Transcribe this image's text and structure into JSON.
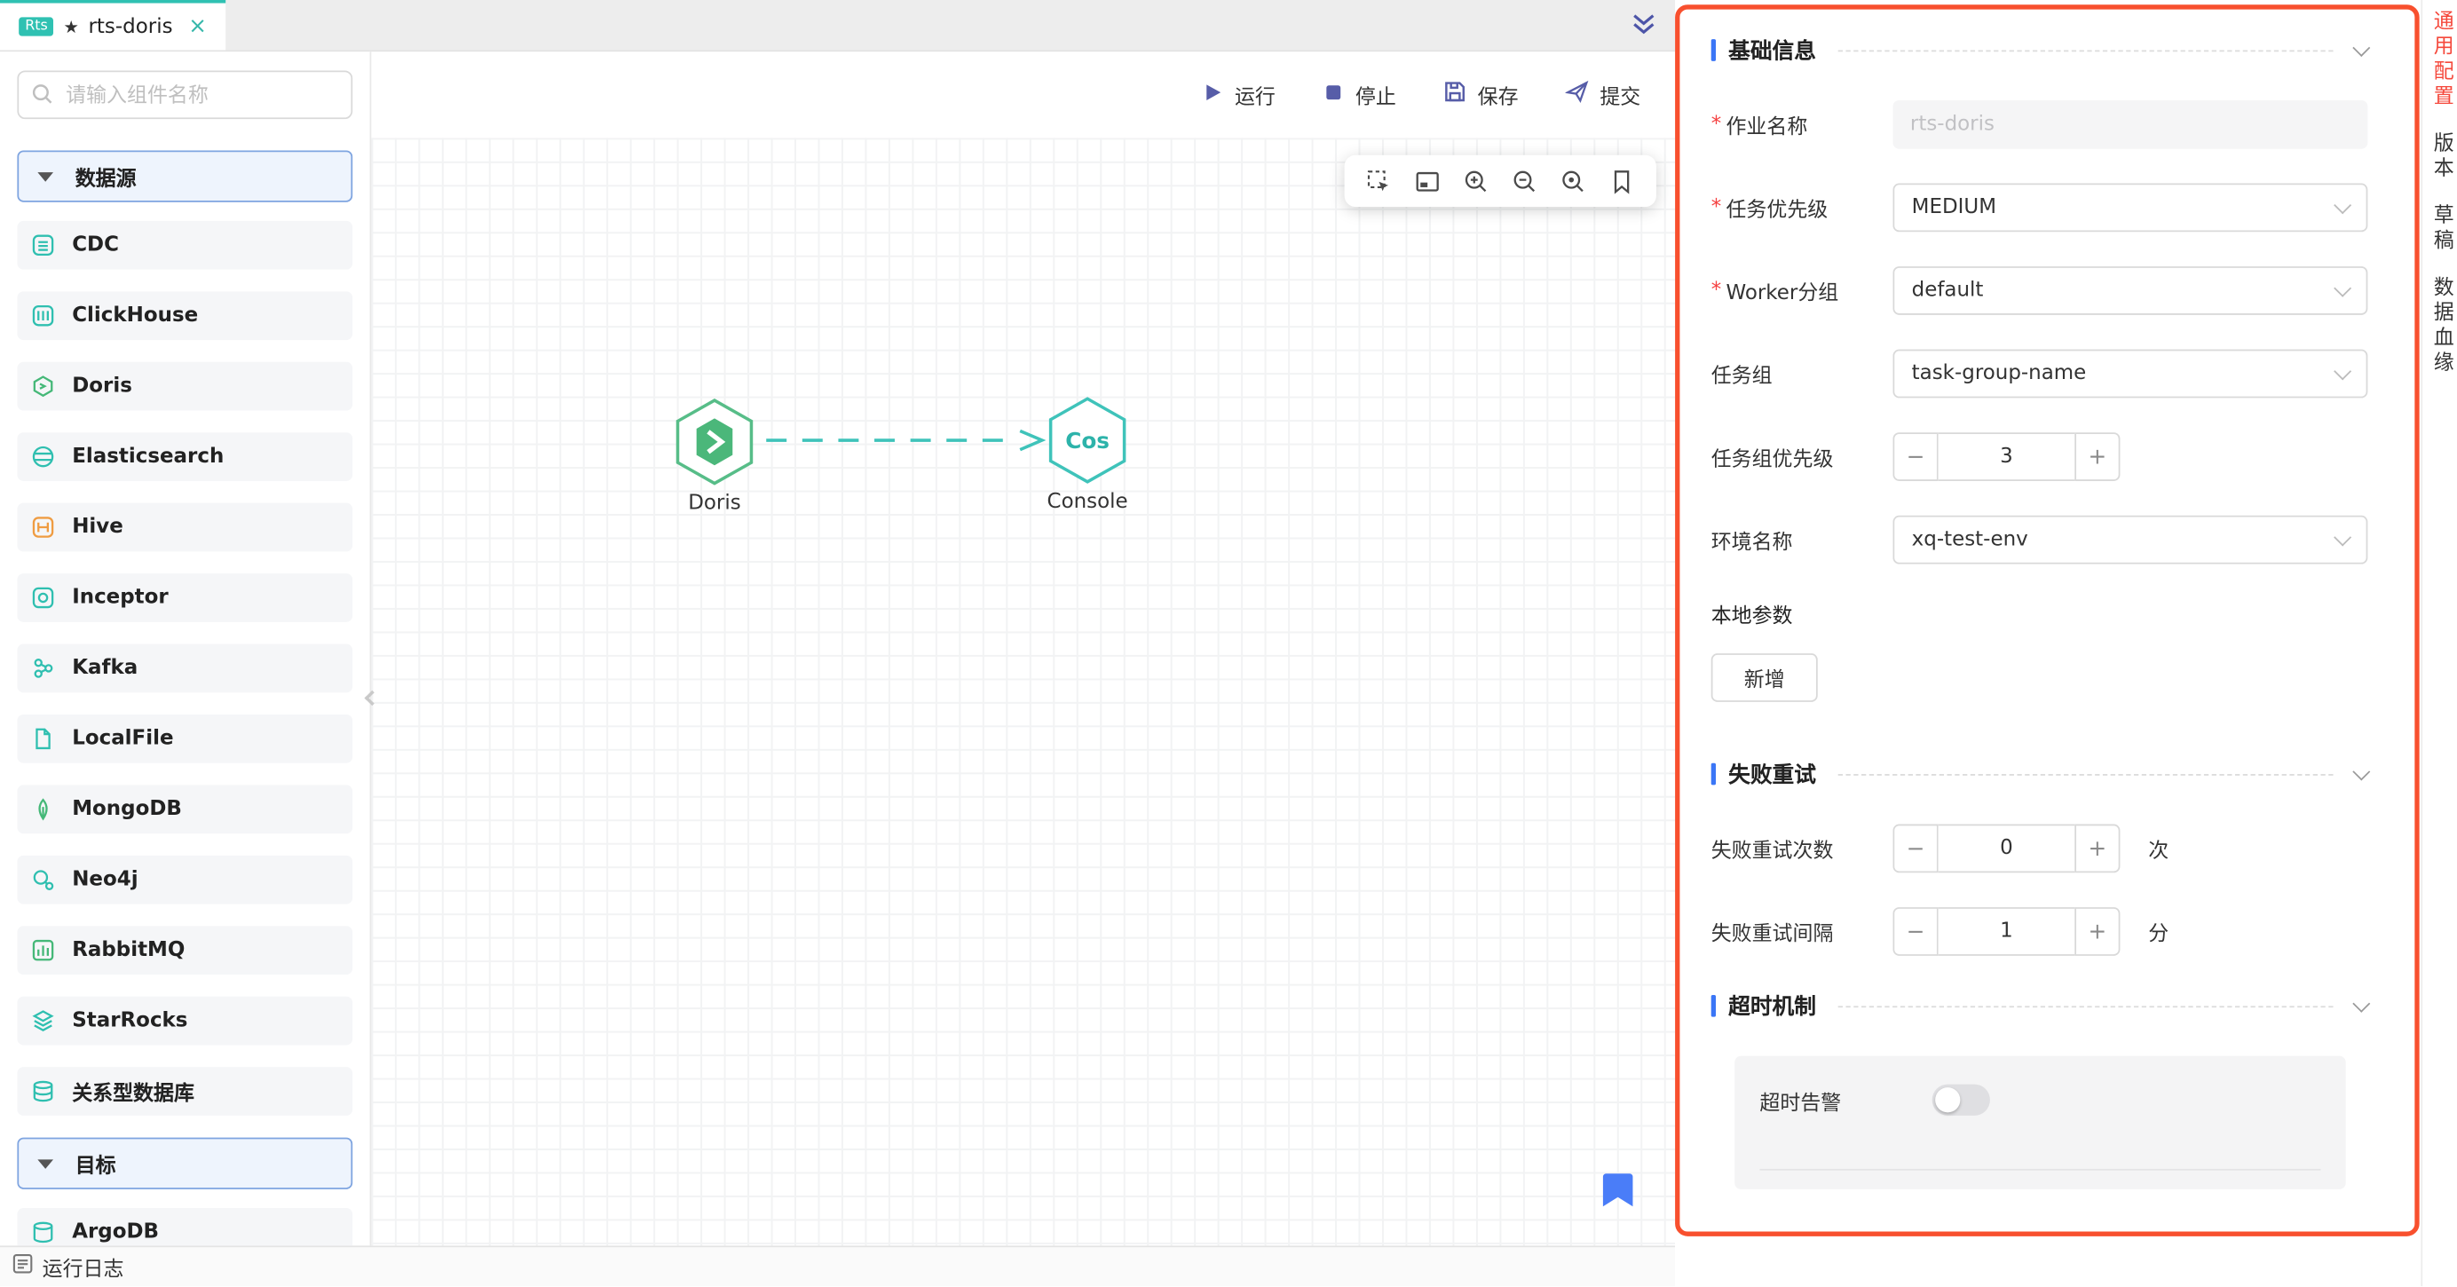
{
  "tab_bar": {
    "badge": "Rts",
    "star": "★",
    "title": "rts-doris",
    "close": "×"
  },
  "toolbar": {
    "run": "运行",
    "stop": "停止",
    "save": "保存",
    "submit": "提交"
  },
  "sidebar": {
    "search_placeholder": "请输入组件名称",
    "sections": [
      {
        "label": "数据源",
        "items": [
          {
            "label": "CDC"
          },
          {
            "label": "ClickHouse"
          },
          {
            "label": "Doris"
          },
          {
            "label": "Elasticsearch"
          },
          {
            "label": "Hive"
          },
          {
            "label": "Inceptor"
          },
          {
            "label": "Kafka"
          },
          {
            "label": "LocalFile"
          },
          {
            "label": "MongoDB"
          },
          {
            "label": "Neo4j"
          },
          {
            "label": "RabbitMQ"
          },
          {
            "label": "StarRocks"
          },
          {
            "label": "关系型数据库"
          }
        ]
      },
      {
        "label": "目标",
        "items": [
          {
            "label": "ArgoDB"
          }
        ]
      }
    ]
  },
  "canvas": {
    "nodes": [
      {
        "label": "Doris"
      },
      {
        "label": "Console",
        "badge": "Cos"
      }
    ]
  },
  "statusbar": {
    "log": "运行日志"
  },
  "panel": {
    "required_mark": "*",
    "sections": {
      "basic": {
        "title": "基础信息"
      },
      "retry": {
        "title": "失败重试"
      },
      "timeout": {
        "title": "超时机制"
      }
    },
    "fields": {
      "job_name": {
        "label": "作业名称",
        "value": "rts-doris"
      },
      "priority": {
        "label": "任务优先级",
        "value": "MEDIUM"
      },
      "worker_group": {
        "label": "Worker分组",
        "value": "default"
      },
      "task_group": {
        "label": "任务组",
        "value": "task-group-name"
      },
      "task_group_priority": {
        "label": "任务组优先级",
        "value": "3"
      },
      "env": {
        "label": "环境名称",
        "value": "xq-test-env"
      },
      "local_params": {
        "label": "本地参数",
        "add": "新增"
      },
      "retry_times": {
        "label": "失败重试次数",
        "value": "0",
        "unit": "次"
      },
      "retry_interval": {
        "label": "失败重试间隔",
        "value": "1",
        "unit": "分"
      },
      "timeout_alarm": {
        "label": "超时告警"
      }
    },
    "stepper": {
      "minus": "−",
      "plus": "+"
    }
  },
  "right_tabs": [
    {
      "label": "通用配置",
      "active": true
    },
    {
      "label": "版本"
    },
    {
      "label": "草稿"
    },
    {
      "label": "数据血缘"
    }
  ],
  "colors": {
    "accent_teal": "#2fc1b2",
    "accent_blue": "#3b76f6",
    "annotation": "#f8502e",
    "active_tab_red": "#f5483b"
  }
}
